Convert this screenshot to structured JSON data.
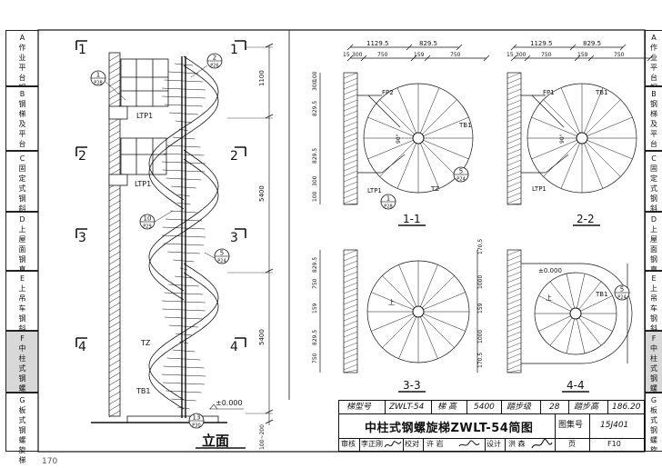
{
  "side_tabs_left": [
    {
      "letter": "A",
      "text": "作业平台钢梯"
    },
    {
      "letter": "B",
      "text": "钢梯及平台钢护栏"
    },
    {
      "letter": "C",
      "text": "固定式钢斜梯"
    },
    {
      "letter": "D",
      "text": "上屋面钢直梯"
    },
    {
      "letter": "E",
      "text": "上吊车钢斜梯"
    },
    {
      "letter": "F",
      "text": "中柱式钢螺旋梯"
    },
    {
      "letter": "G",
      "text": "板式钢螺旋梯"
    }
  ],
  "elevation": {
    "title": "立面",
    "section_marks": [
      "1",
      "2",
      "3",
      "4"
    ],
    "dims": [
      "1100",
      "5400",
      "5400",
      "100~200"
    ],
    "labels": {
      "ltp1_a": "LTP1",
      "ltp1_b": "LTP1",
      "tz": "TZ",
      "tb1": "TB1",
      "level": "±0.000"
    },
    "callouts": [
      {
        "num": "1",
        "sheet": "P28"
      },
      {
        "num": "2",
        "sheet": "P26"
      },
      {
        "num": "10",
        "sheet": "P29"
      },
      {
        "num": "5",
        "sheet": "P24"
      },
      {
        "num": "13",
        "sheet": "P30"
      }
    ]
  },
  "plans": {
    "top_dims": [
      "1129.5",
      "829.5"
    ],
    "sub_dims": [
      "15",
      "300",
      "750",
      "159",
      "750"
    ],
    "side_dims_1": [
      "300",
      "100",
      "829.5",
      "829.5",
      "300",
      "100"
    ],
    "side_dims_3": [
      "829.5",
      "750",
      "159",
      "829.5",
      "750"
    ],
    "side_dims_4": [
      "170.5",
      "1000",
      "159",
      "1000",
      "170.5"
    ],
    "labels": {
      "fp2": "FP2",
      "tb1": "TB1",
      "ltp1": "LTP1",
      "tz": "TZ",
      "fp1": "FP1",
      "up": "上",
      "angle": "90°",
      "level": "±0.000"
    },
    "callouts": [
      {
        "num": "1",
        "sheet": "P28"
      },
      {
        "num": "5",
        "sheet": "P24"
      },
      {
        "num": "5",
        "sheet": "P24"
      }
    ],
    "titles": [
      "1-1",
      "2-2",
      "3-3",
      "4-4"
    ]
  },
  "title_block": {
    "model_label": "梯型号",
    "model": "ZWLT-54",
    "height_label": "梯 高",
    "height": "5400",
    "steps_label": "踏步级",
    "steps": "28",
    "rise_label": "踏步高",
    "rise": "186.20",
    "drawing_title": "中柱式钢螺旋梯ZWLT-54简图",
    "atlas_label": "图集号",
    "atlas": "15J401",
    "review_label": "审核",
    "reviewer": "李正刚",
    "check_label": "校对",
    "checker": "许 岩",
    "design_label": "设计",
    "designer": "洪 森",
    "page_label": "页",
    "page": "F10"
  },
  "page_number": "170"
}
